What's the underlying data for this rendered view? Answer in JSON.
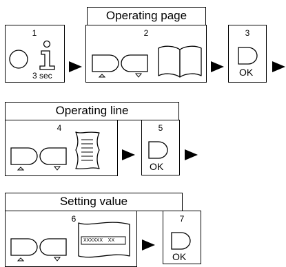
{
  "sections": [
    {
      "title": "Operating page",
      "steps": [
        {
          "number": "1",
          "caption": "3 sec",
          "icons": [
            "power-button-icon",
            "info-key-icon"
          ]
        },
        {
          "number": "2",
          "icons": [
            "up-key-icon",
            "down-key-icon",
            "open-book-icon"
          ]
        },
        {
          "number": "3",
          "caption": "OK",
          "icons": [
            "ok-key-icon"
          ]
        }
      ]
    },
    {
      "title": "Operating line",
      "steps": [
        {
          "number": "4",
          "icons": [
            "up-key-icon",
            "down-key-icon",
            "scroll-page-icon"
          ]
        },
        {
          "number": "5",
          "caption": "OK",
          "icons": [
            "ok-key-icon"
          ]
        }
      ]
    },
    {
      "title": "Setting value",
      "steps": [
        {
          "number": "6",
          "display_text": "XXXXXX    XX",
          "icons": [
            "up-key-icon",
            "down-key-icon",
            "value-display-icon"
          ]
        },
        {
          "number": "7",
          "caption": "OK",
          "icons": [
            "ok-key-icon"
          ]
        }
      ]
    }
  ],
  "arrow_icon": "right-triangle-arrow-icon"
}
